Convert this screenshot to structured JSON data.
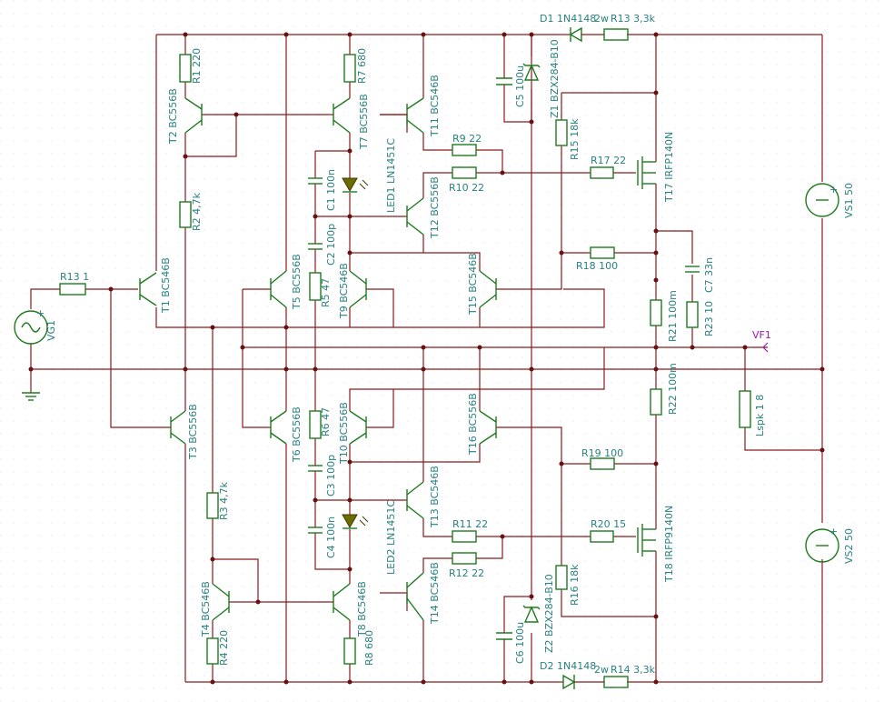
{
  "components": {
    "R1": "R1 220",
    "R2": "R2 4,7k",
    "R3": "R3 4,7k",
    "R4": "R4 220",
    "R5": "R5 47",
    "R6": "R6 47",
    "R7": "R7 680",
    "R8": "R8 680",
    "R9": "R9 22",
    "R10": "R10 22",
    "R11": "R11 22",
    "R12": "R12 22",
    "R13a": "R13 1",
    "R13b": "R13 3,3k",
    "R14": "R14 3,3k",
    "R15": "R15 18k",
    "R16": "R16 18k",
    "R17": "R17 22",
    "R18": "R18 100",
    "R19": "R19 100",
    "R20": "R20 15",
    "R21": "R21 100m",
    "R22": "R22 100m",
    "R23": "R23 10",
    "C1": "C1 100n",
    "C2": "C2 100p",
    "C3": "C3 100p",
    "C4": "C4 100n",
    "C5": "C5 100u",
    "C6": "C6 100u",
    "C7": "C7 33n",
    "D1": "D1 1N4148",
    "D2": "D2 1N4148",
    "Z1": "Z1 BZX284-B10",
    "Z2": "Z2 BZX284-B10",
    "LED1": "LED1 LN1451C",
    "LED2": "LED2 LN1451C",
    "T1": "T1 BC546B",
    "T2": "T2 BC556B",
    "T3": "T3 BC556B",
    "T4": "T4 BC546B",
    "T5": "T5 BC556B",
    "T6": "T6 BC556B",
    "T7": "T7 BC556B",
    "T8": "T8 BC546B",
    "T9": "T9 BC546B",
    "T10": "T10 BC556B",
    "T11": "T11 BC546B",
    "T12": "T12 BC556B",
    "T13": "T13 BC546B",
    "T14": "T14 BC546B",
    "T15": "T15 BC546B",
    "T16": "T16 BC556B",
    "T17": "T17 IRFP140N",
    "T18": "T18 IRFP9140N",
    "VS1": "VS1 50",
    "VS2": "VS2 50",
    "VG1": "VG1",
    "Lspk": "Lspk 1 8",
    "VF1": "VF1",
    "pw1": "2w",
    "pw2": "2w",
    "plus": "+"
  },
  "colors": {
    "wire": "#8b1a1a",
    "component": "#1e7a1e",
    "label": "#2a8080",
    "probe": "#9b1ab0"
  }
}
